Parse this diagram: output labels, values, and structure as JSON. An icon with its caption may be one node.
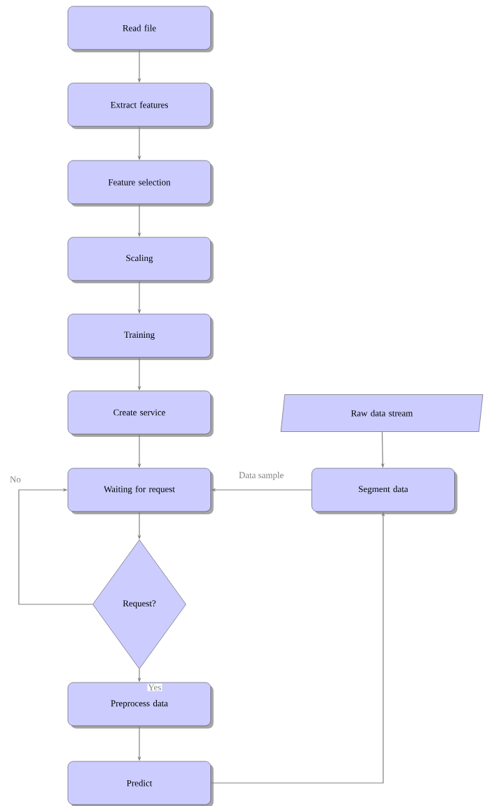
{
  "diagram": {
    "nodes": [
      {
        "text": [
          "Read file"
        ]
      },
      {
        "text": [
          "Extract features"
        ]
      },
      {
        "text": [
          "Feature selection"
        ]
      },
      {
        "text": [
          "Scaling"
        ]
      },
      {
        "text": [
          "Training"
        ]
      },
      {
        "text": [
          "Create service"
        ]
      },
      {
        "text": [
          "Raw data stream"
        ]
      },
      {
        "text": [
          "Waiting for request"
        ]
      },
      {
        "text": [
          "Segment data"
        ]
      },
      {
        "text": [
          "Request?"
        ]
      },
      {
        "text": [
          "Preprocess data"
        ]
      },
      {
        "text": [
          "Predict"
        ]
      }
    ],
    "edges": [
      {
        "from": 0,
        "to": 1,
        "arrow": "to"
      },
      {
        "from": 1,
        "to": 2,
        "arrow": "to"
      },
      {
        "from": 2,
        "to": 3,
        "arrow": "to"
      },
      {
        "from": 3,
        "to": 4,
        "arrow": "to"
      },
      {
        "from": 4,
        "to": 5,
        "arrow": "to"
      },
      {
        "from": 5,
        "to": 7,
        "arrow": "to"
      },
      {
        "from": 6,
        "to": 8,
        "arrow": "to"
      },
      {
        "from": 8,
        "to": 7,
        "arrow": "to",
        "label": "Data sample"
      },
      {
        "from": 7,
        "to": 9,
        "arrow": "to"
      },
      {
        "from": 9,
        "to": 7,
        "arrow": "to",
        "label": "No"
      },
      {
        "from": 9,
        "to": 10,
        "arrow": "to",
        "label": "Yes"
      },
      {
        "from": 10,
        "to": 11,
        "arrow": "to"
      },
      {
        "from": 11,
        "to": 8,
        "arrow": "to"
      }
    ]
  }
}
